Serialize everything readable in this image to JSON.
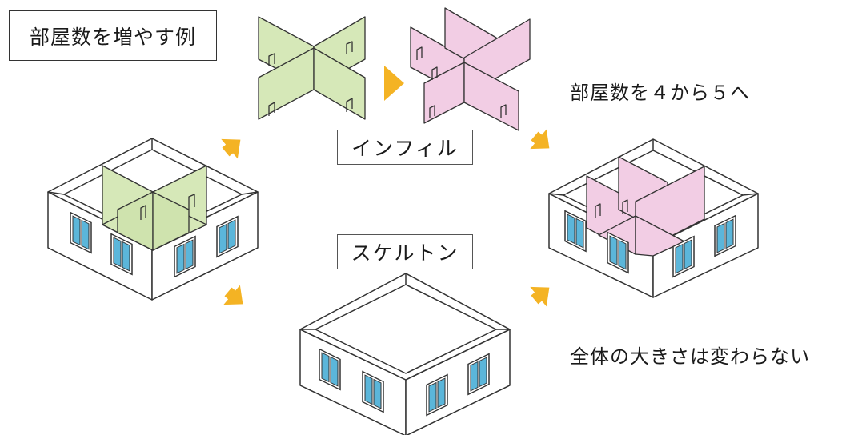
{
  "title": "部屋数を増やす例",
  "labels": {
    "infill": "インフィル",
    "skeleton": "スケルトン"
  },
  "captions": {
    "rooms_change": "部屋数を４から５へ",
    "size_same": "全体の大きさは変わらない"
  },
  "colors": {
    "green_partition": "#d6e8b8",
    "pink_partition": "#f2cde4",
    "arrow": "#f4b324",
    "window": "#5bb6da",
    "outline": "#333333"
  }
}
